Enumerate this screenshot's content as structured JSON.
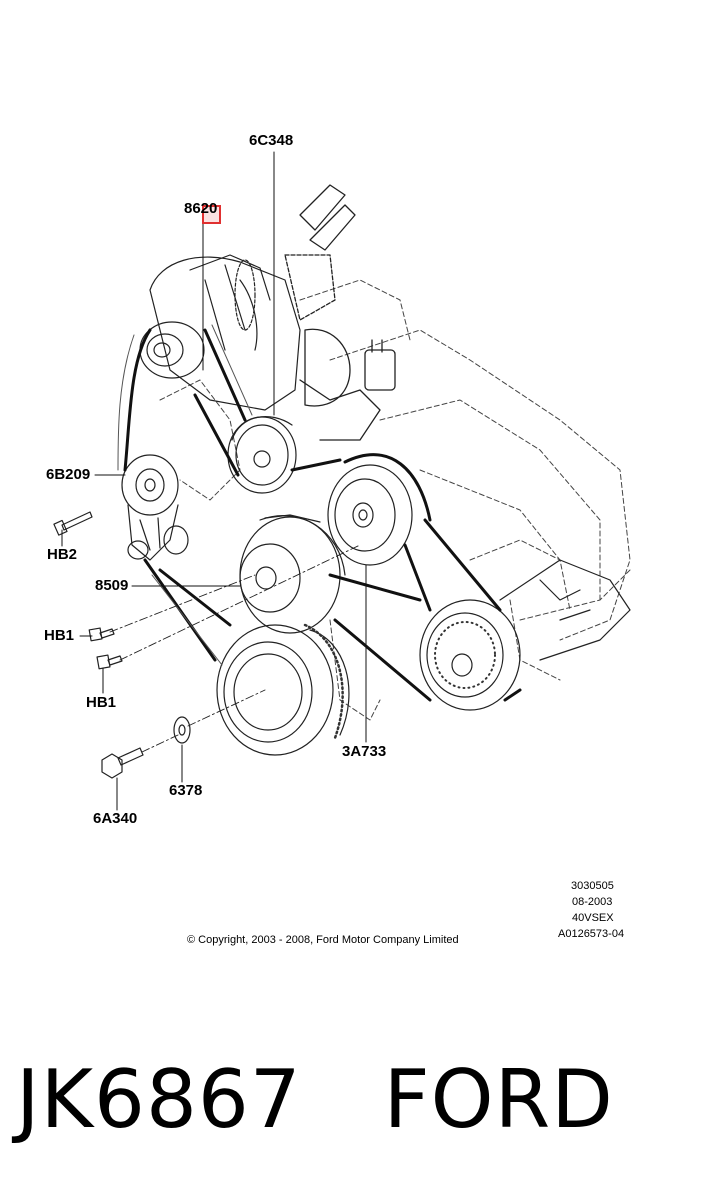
{
  "callouts": {
    "c_6c348": "6C348",
    "c_8620": "8620",
    "c_6b209": "6B209",
    "c_hb2": "HB2",
    "c_8509": "8509",
    "c_hb1_a": "HB1",
    "c_hb1_b": "HB1",
    "c_3a733": "3A733",
    "c_6378": "6378",
    "c_6a340": "6A340"
  },
  "stamp": {
    "line1": "3030505",
    "line2": "08-2003",
    "line3": "40VSEX",
    "line4": "A0126573-04"
  },
  "copyright": "© Copyright, 2003 - 2008, Ford Motor Company Limited",
  "footer": {
    "part_number": "JK6867",
    "brand": "FORD"
  }
}
